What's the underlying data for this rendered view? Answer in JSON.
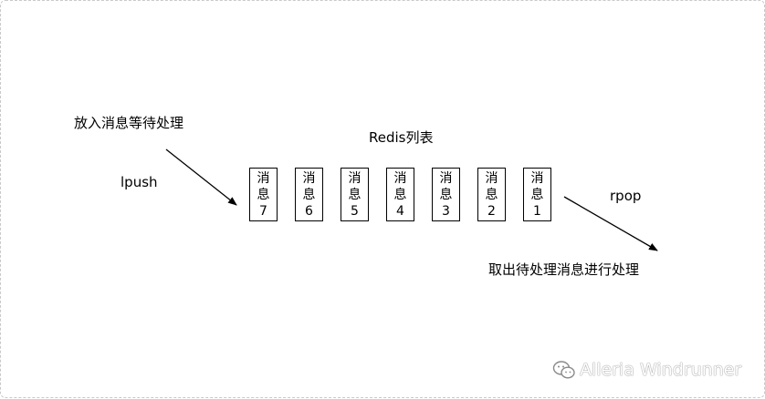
{
  "labels": {
    "enqueue": "放入消息等待处理",
    "lpush": "lpush",
    "list_title": "Redis列表",
    "rpop": "rpop",
    "dequeue": "取出待处理消息进行处理"
  },
  "messages": [
    {
      "char1": "消",
      "char2": "息",
      "num": "7"
    },
    {
      "char1": "消",
      "char2": "息",
      "num": "6"
    },
    {
      "char1": "消",
      "char2": "息",
      "num": "5"
    },
    {
      "char1": "消",
      "char2": "息",
      "num": "4"
    },
    {
      "char1": "消",
      "char2": "息",
      "num": "3"
    },
    {
      "char1": "消",
      "char2": "息",
      "num": "2"
    },
    {
      "char1": "消",
      "char2": "息",
      "num": "1"
    }
  ],
  "watermark": {
    "text": "Alleria Windrunner",
    "icon": "wechat-icon"
  }
}
